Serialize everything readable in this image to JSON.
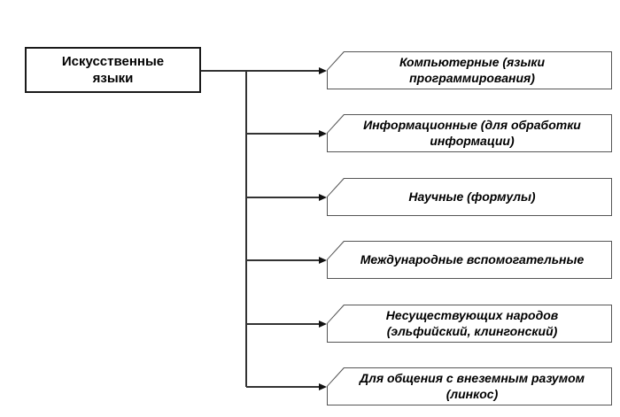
{
  "diagram": {
    "root": {
      "label": "Искусственные\nязыки"
    },
    "branches": [
      {
        "label": "Компьютерные (языки\nпрограммирования)"
      },
      {
        "label": "Информационные (для обработки\nинформации)"
      },
      {
        "label": "Научные (формулы)"
      },
      {
        "label": "Международные вспомогательные"
      },
      {
        "label": "Несуществующих народов\n(эльфийский, клингонский)"
      },
      {
        "label": "Для общения с внеземным разумом\n(линкос)"
      }
    ],
    "colors": {
      "background": "#ffffff",
      "root_border": "#1a1a1a",
      "node_border": "#555555",
      "line": "#333333",
      "arrow": "#111111",
      "text": "#000000"
    }
  }
}
